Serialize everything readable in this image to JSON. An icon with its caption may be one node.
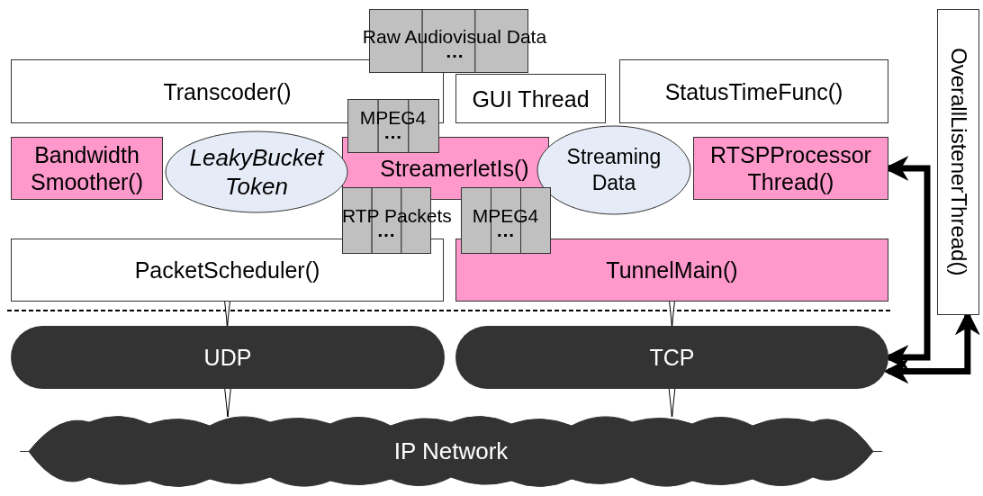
{
  "diagram": {
    "nodes": [
      {
        "text": [
          "Raw Audiovisual Data",
          "…"
        ]
      },
      {
        "text": [
          "Transcoder()"
        ]
      },
      {
        "text": [
          "GUI Thread"
        ]
      },
      {
        "text": [
          "StatusTimeFunc()"
        ]
      },
      {
        "text": [
          "OverallListenerThread()"
        ]
      },
      {
        "text": [
          "MPEG4",
          "…"
        ]
      },
      {
        "text": [
          "Bandwidth Smoother()"
        ]
      },
      {
        "text": [
          "LeakyBucket Token"
        ]
      },
      {
        "text": [
          "StreamerletIs()"
        ]
      },
      {
        "text": [
          "Streaming Data"
        ]
      },
      {
        "text": [
          "RTSPProcessor Thread()"
        ]
      },
      {
        "text": [
          "RTP Packets",
          "…"
        ]
      },
      {
        "text": [
          "MPEG4",
          "…"
        ]
      },
      {
        "text": [
          "PacketScheduler()"
        ]
      },
      {
        "text": [
          "TunnelMain()"
        ]
      },
      {
        "text": [
          "UDP"
        ]
      },
      {
        "text": [
          "TCP"
        ]
      },
      {
        "text": [
          "IP Network"
        ]
      }
    ],
    "edges": [
      {
        "from": 13,
        "to": 15,
        "arrow": "to"
      },
      {
        "from": 14,
        "to": 16,
        "arrow": "to"
      },
      {
        "from": 15,
        "to": 17,
        "arrow": "to"
      },
      {
        "from": 16,
        "to": 17,
        "arrow": "to"
      },
      {
        "from": 10,
        "to": 16,
        "arrow": "both",
        "style": "thick"
      },
      {
        "from": 16,
        "to": 4,
        "arrow": "both",
        "style": "thick"
      }
    ]
  }
}
